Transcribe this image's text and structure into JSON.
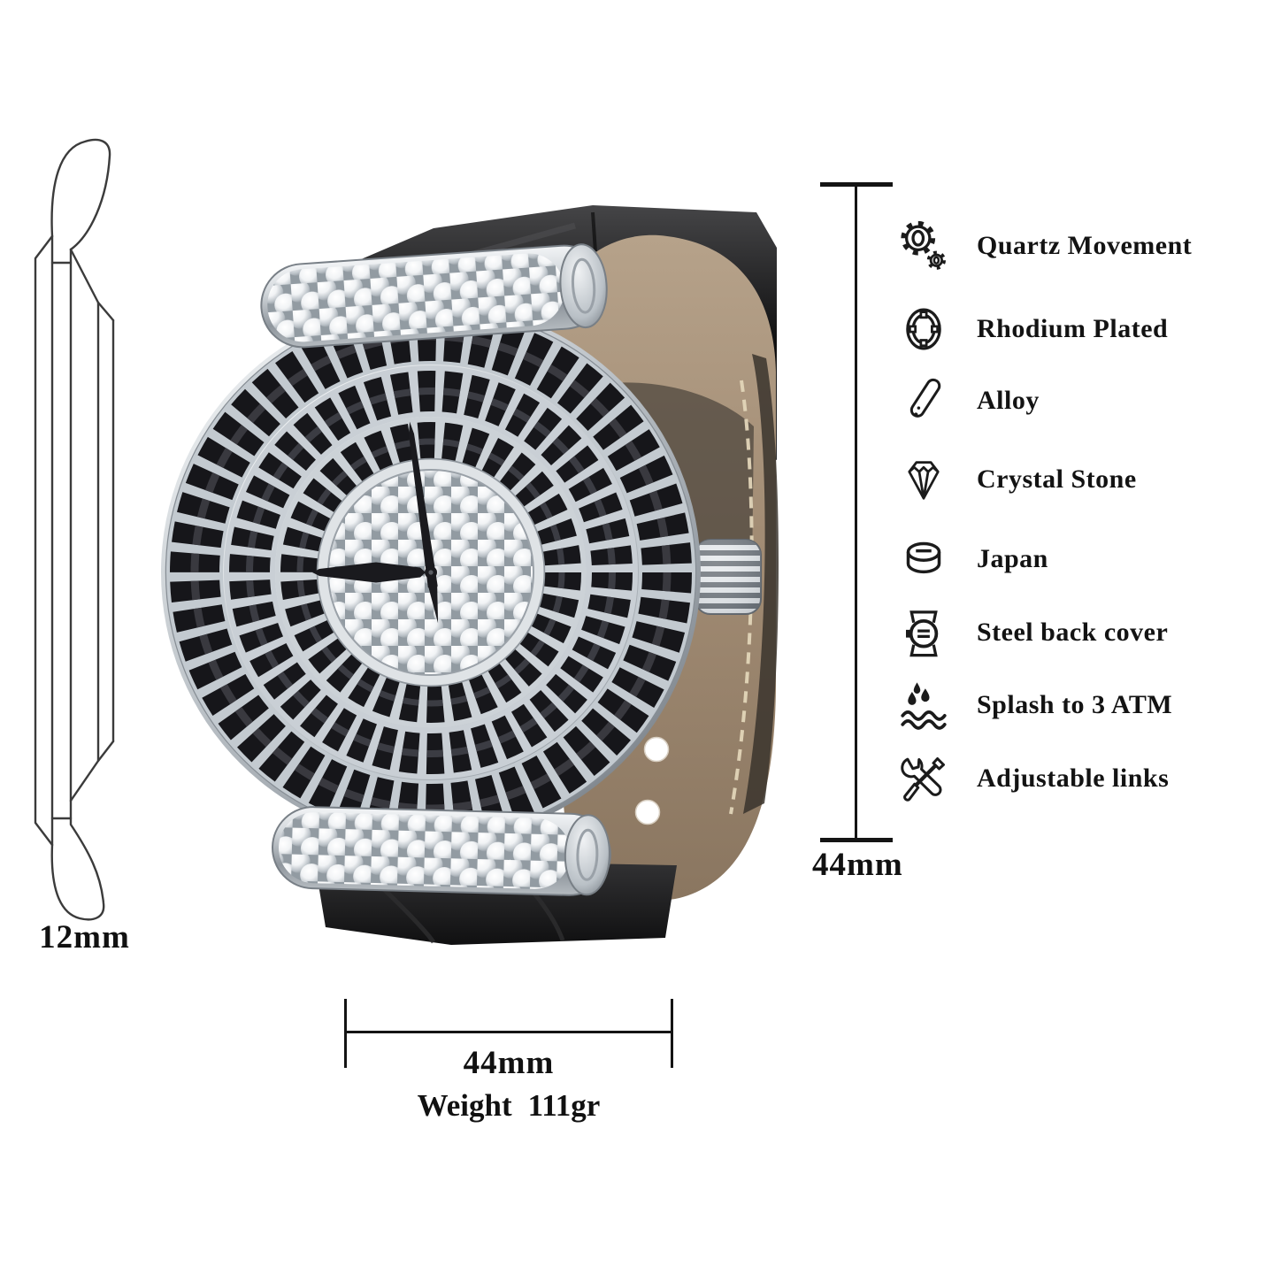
{
  "dimensions": {
    "thickness": "12mm",
    "height": "44mm",
    "width": "44mm",
    "weight_label": "Weight",
    "weight_value": "111gr"
  },
  "features": [
    {
      "icon": "gears-icon",
      "label": "Quartz Movement"
    },
    {
      "icon": "bezel-ring-icon",
      "label": "Rhodium Plated"
    },
    {
      "icon": "alloy-bar-icon",
      "label": "Alloy"
    },
    {
      "icon": "diamond-icon",
      "label": "Crystal Stone"
    },
    {
      "icon": "battery-cell-icon",
      "label": "Japan"
    },
    {
      "icon": "watch-caseback-icon",
      "label": "Steel back cover"
    },
    {
      "icon": "water-splash-icon",
      "label": "Splash to 3 ATM"
    },
    {
      "icon": "wrench-screwdriver-icon",
      "label": "Adjustable links"
    }
  ],
  "colors": {
    "ink": "#141414",
    "silver": "#c3cad0",
    "black_crystal": "#16161a",
    "tan_leather": "#a28c74",
    "strap_black": "#0f0f10"
  }
}
